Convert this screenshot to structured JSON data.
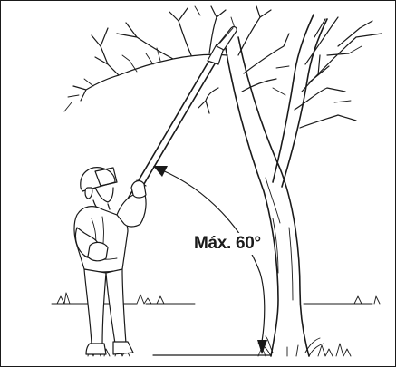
{
  "diagram": {
    "angle_label": "Máx. 60°",
    "max_angle_degrees": 60
  },
  "colors": {
    "ink": "#1a1a1a",
    "background": "#ffffff"
  },
  "icons": [
    "operator-figure",
    "pole-saw",
    "tree",
    "angle-arrow"
  ]
}
